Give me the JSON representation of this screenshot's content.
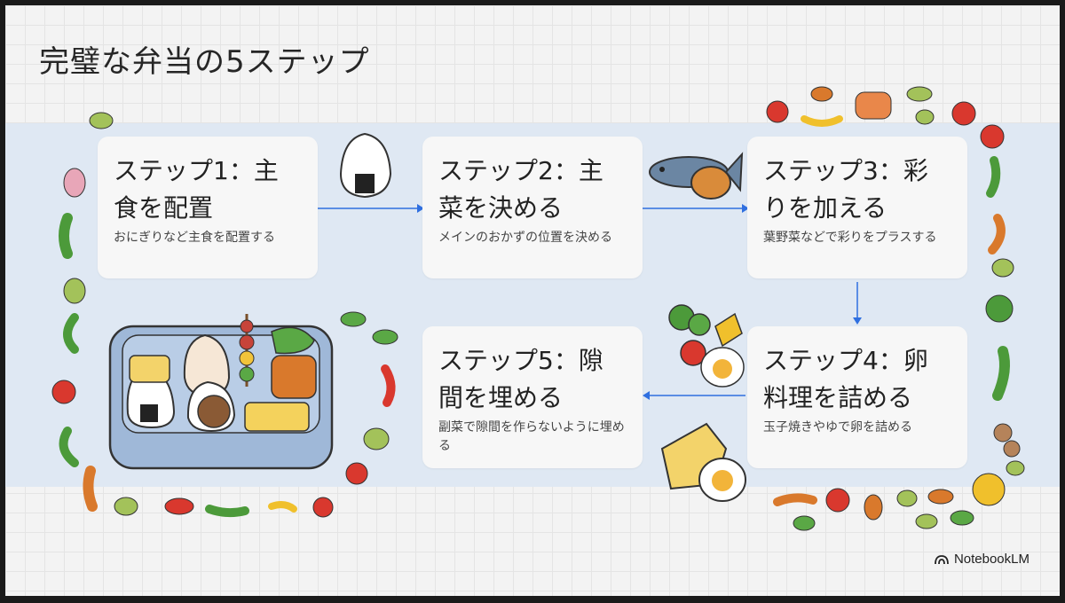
{
  "title": "完璧な弁当の5ステップ",
  "steps": [
    {
      "title": "ステップ1：主食を配置",
      "desc": "おにぎりなど主食を配置する"
    },
    {
      "title": "ステップ2：主菜を決める",
      "desc": "メインのおかずの位置を決める"
    },
    {
      "title": "ステップ3：彩りを加える",
      "desc": "葉野菜などで彩りをプラスする"
    },
    {
      "title": "ステップ4：卵料理を詰める",
      "desc": "玉子焼きやゆで卵を詰める"
    },
    {
      "title": "ステップ5：隙間を埋める",
      "desc": "副菜で隙間を作らないように埋める"
    }
  ],
  "brand": {
    "label": "NotebookLM",
    "icon": "notebooklm-logo-icon"
  },
  "colors": {
    "band": "#dfe8f3",
    "card": "#f7f7f7",
    "arrow": "#2f6fe0"
  }
}
